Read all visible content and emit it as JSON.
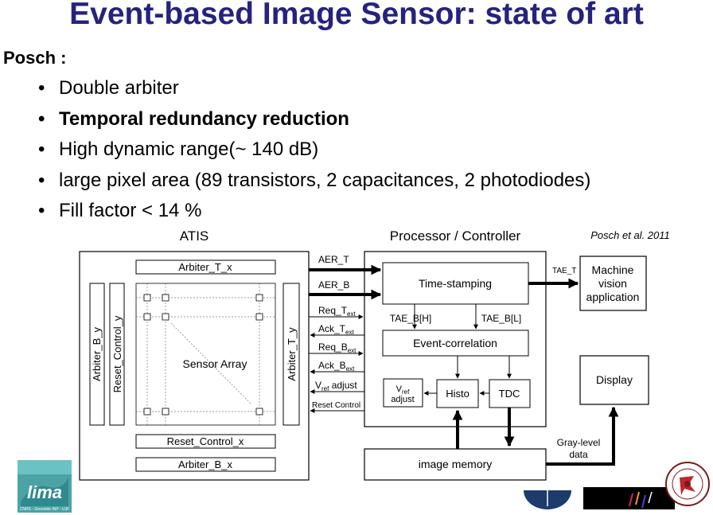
{
  "slide": {
    "title": "Event-based Image Sensor: state of art",
    "subtitle": "Posch :",
    "bullets": [
      {
        "text": "Double arbiter",
        "bold": false
      },
      {
        "text": "Temporal redundancy reduction",
        "bold": true
      },
      {
        "text": "High dynamic range(~ 140 dB)",
        "bold": false
      },
      {
        "text": "large pixel area (89 transistors, 2 capacitances, 2 photodiodes)",
        "bold": false
      },
      {
        "text": "Fill factor < 14 %",
        "bold": false
      }
    ]
  },
  "diagram": {
    "citation": "Posch et al. 2011",
    "atis_label": "ATIS",
    "processor_label": "Processor / Controller",
    "arbiter_t_x": "Arbiter_T_x",
    "arbiter_b_y": "Arbiter_B_y",
    "reset_control_y": "Reset_Control_y",
    "arbiter_t_y": "Arbiter_T_y",
    "sensor_array": "Sensor Array",
    "reset_control_x": "Reset_Control_x",
    "arbiter_b_x": "Arbiter_B_x",
    "signals": {
      "aer_t": "AER_T",
      "aer_b": "AER_B",
      "req_t": "Req_T",
      "ack_t": "Ack_T",
      "req_b": "Req_B",
      "ack_b": "Ack_B",
      "ext_sub": "ext",
      "vref_adjust_v": "V",
      "vref_sub": "ref",
      "vref_adjust_rest": " adjust",
      "reset_control": "Reset Control",
      "tae_t": "TAE_T",
      "tae_b_h": "TAE_B[H]",
      "tae_b_l": "TAE_B[L]",
      "gray_level_line1": "Gray-level",
      "gray_level_line2": "data"
    },
    "blocks": {
      "time_stamping": "Time-stamping",
      "event_correlation": "Event-correlation",
      "vref_v": "V",
      "vref_sub": "ref",
      "vref_adjust": "adjust",
      "histo": "Histo",
      "tdc": "TDC",
      "image_memory": "image memory",
      "machine_line1": "Machine",
      "machine_line2": "vision",
      "machine_line3": "application",
      "display": "Display"
    }
  },
  "logos": {
    "left_text": "CNRS - Grenoble INP - UJF"
  }
}
